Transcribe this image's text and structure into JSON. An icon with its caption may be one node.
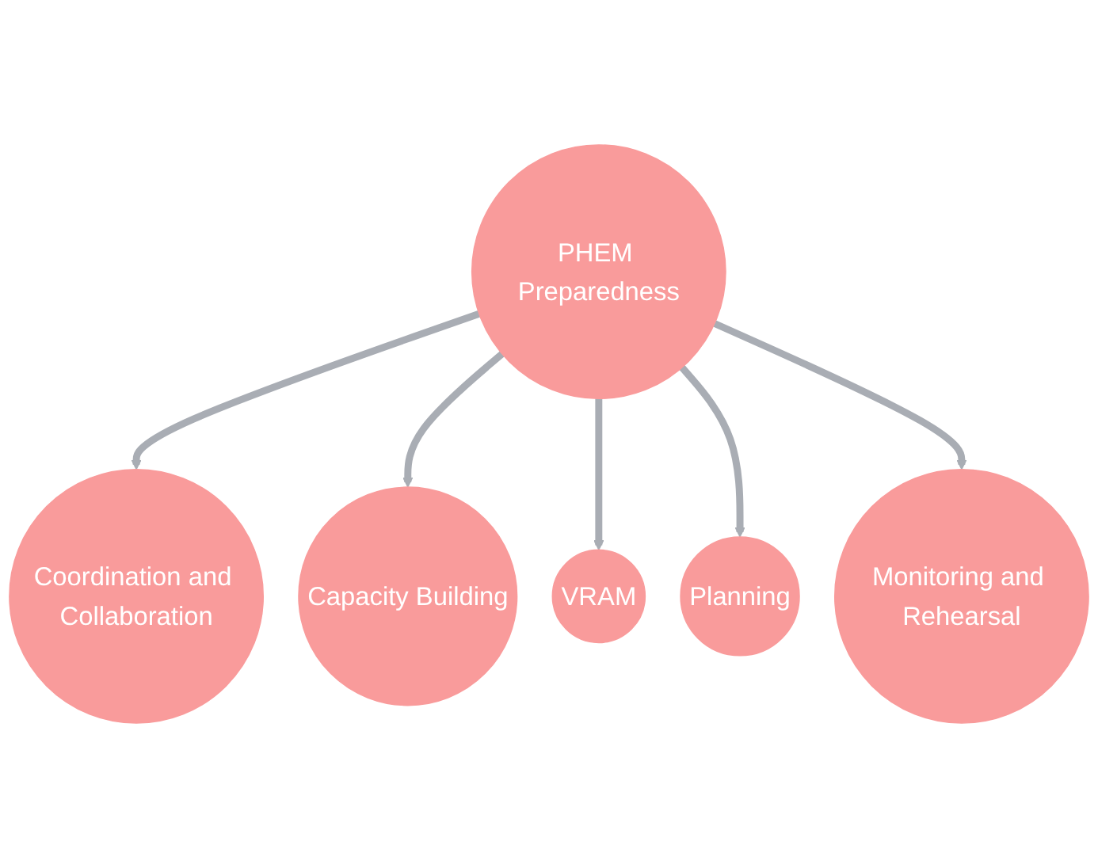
{
  "diagram": {
    "nodes": [
      {
        "text": [
          "PHEM Preparedness"
        ]
      },
      {
        "text": [
          "Coordination and Collaboration"
        ]
      },
      {
        "text": [
          "Capacity Building"
        ]
      },
      {
        "text": [
          "VRAM"
        ]
      },
      {
        "text": [
          "Planning"
        ]
      },
      {
        "text": [
          "Monitoring and Rehearsal"
        ]
      }
    ],
    "edges": [
      {
        "from": 0,
        "to": 1,
        "arrow": "to"
      },
      {
        "from": 0,
        "to": 2,
        "arrow": "to"
      },
      {
        "from": 0,
        "to": 3,
        "arrow": "to"
      },
      {
        "from": 0,
        "to": 4,
        "arrow": "to"
      },
      {
        "from": 0,
        "to": 5,
        "arrow": "to"
      }
    ]
  }
}
